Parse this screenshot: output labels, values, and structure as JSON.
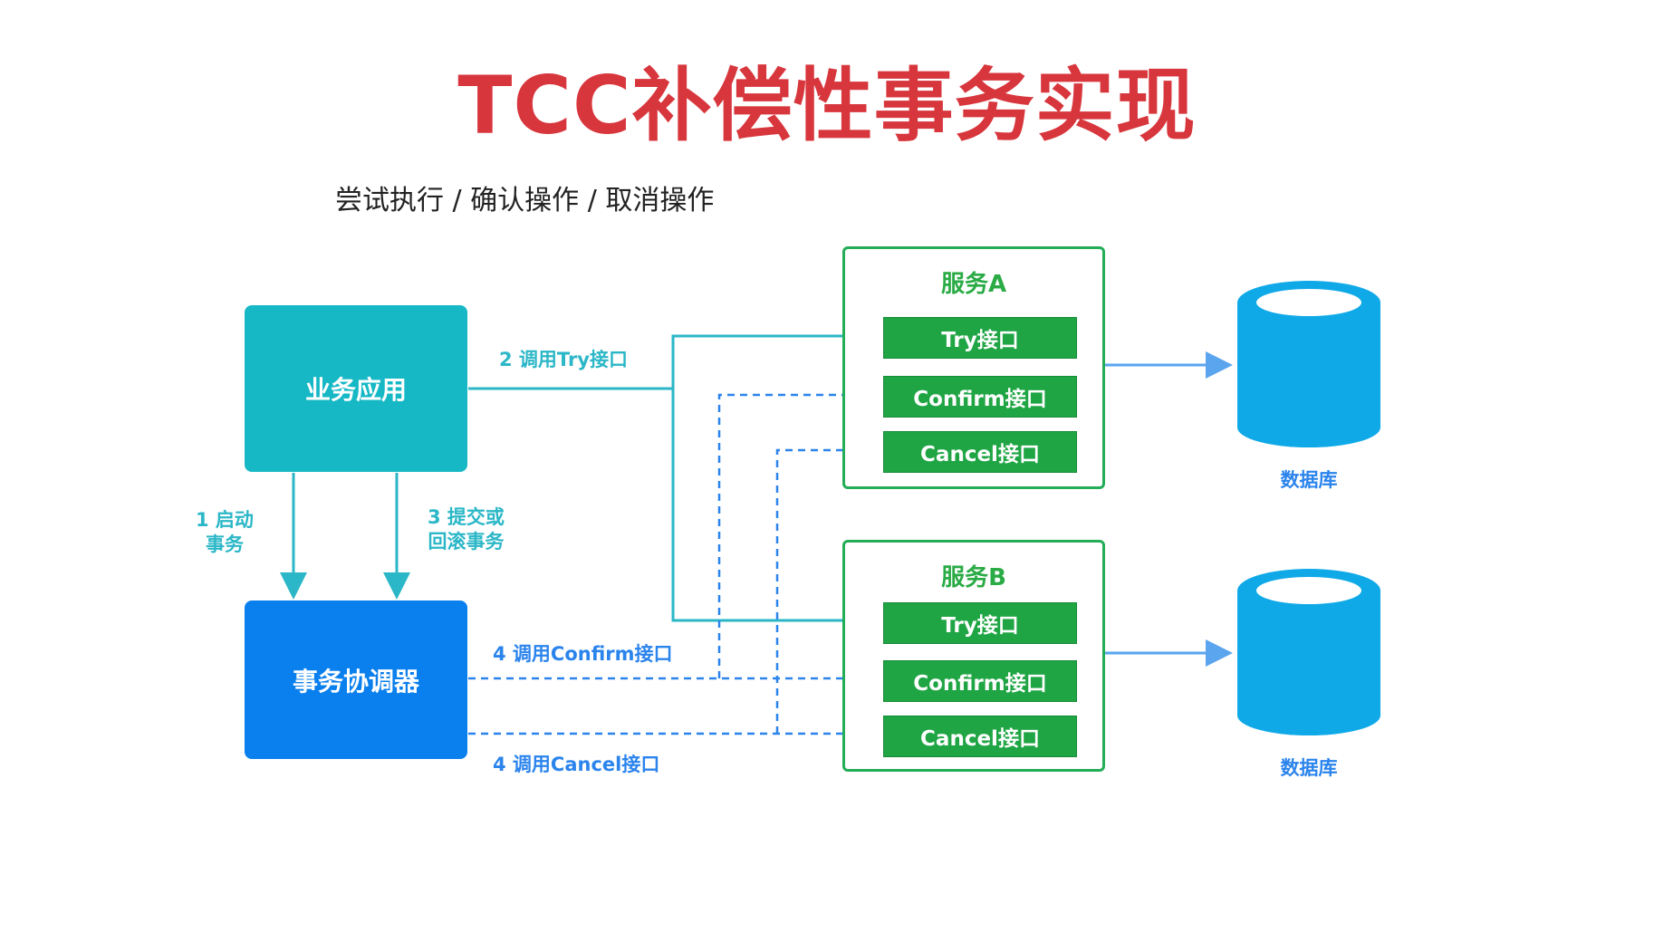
{
  "title": "TCC补偿性事务实现",
  "subtitle": "尝试执行 / 确认操作 / 取消操作",
  "nodes": {
    "business_app": "业务应用",
    "coordinator": "事务协调器"
  },
  "services": [
    {
      "name": "服务A",
      "interfaces": [
        "Try接口",
        "Confirm接口",
        "Cancel接口"
      ]
    },
    {
      "name": "服务B",
      "interfaces": [
        "Try接口",
        "Confirm接口",
        "Cancel接口"
      ]
    }
  ],
  "databases": [
    "数据库",
    "数据库"
  ],
  "edges": {
    "start_line1": "1 启动",
    "start_line2": "事务",
    "commit_line1": "3 提交或",
    "commit_line2": "回滚事务",
    "call_try": "2 调用Try接口",
    "call_confirm": "4 调用Confirm接口",
    "call_cancel": "4 调用Cancel接口"
  },
  "colors": {
    "title": "#d8363d",
    "business_app": "#16b8c6",
    "coordinator": "#0a7fee",
    "service_border": "#24ad57",
    "interface": "#1fa544",
    "database": "#10a9e8"
  }
}
